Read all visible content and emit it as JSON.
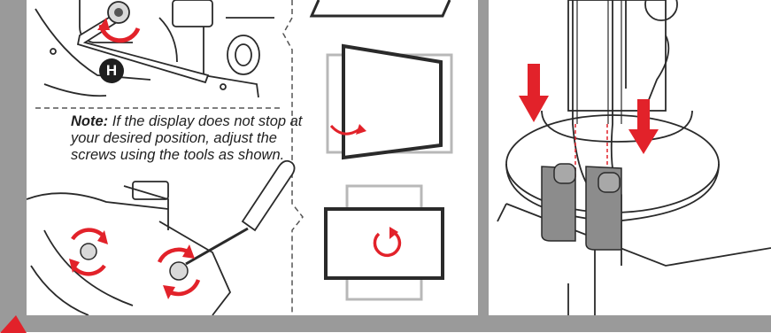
{
  "note": {
    "label": "Note:",
    "text": " If the display does not stop at your desired position, adjust the screws using the tools as shown."
  },
  "badge": {
    "letter": "H"
  },
  "icons": {
    "arrow_color": "#e2222a",
    "line_color": "#2a2a2a",
    "frame_color": "#9a9a9a"
  }
}
